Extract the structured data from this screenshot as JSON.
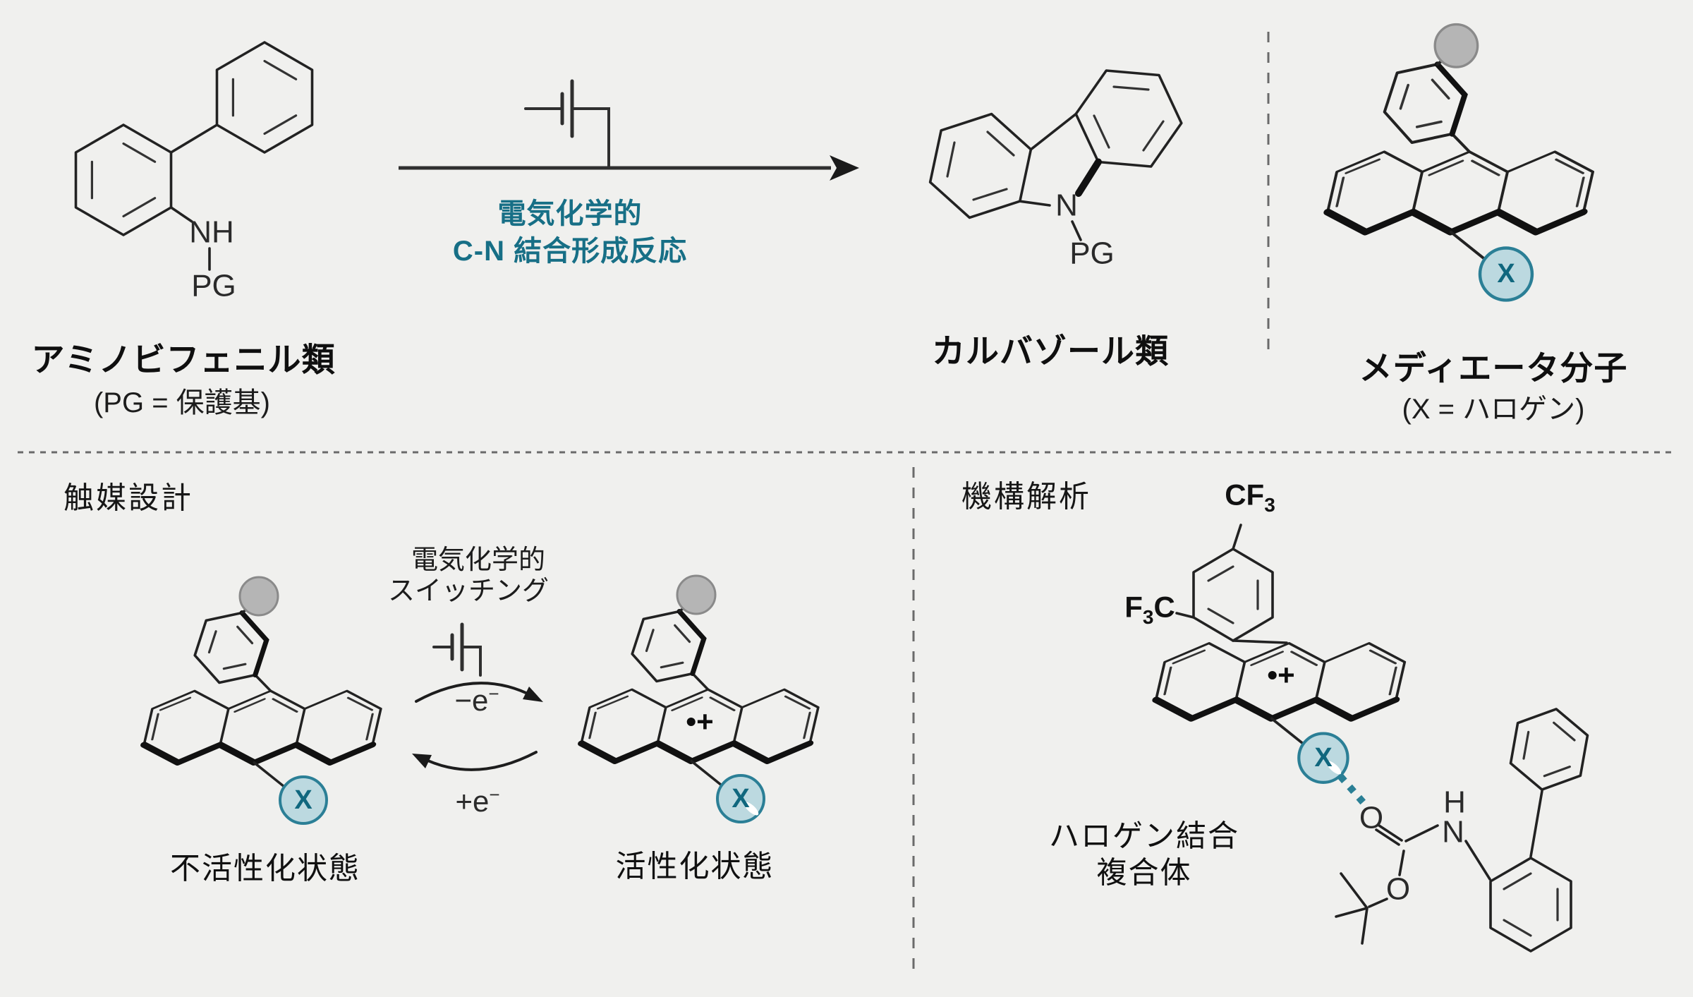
{
  "colors": {
    "background": "#f0f0ee",
    "line": "#222222",
    "teal_text": "#176f86",
    "halogen_fill": "#bcd9e0",
    "halogen_stroke": "#2b7f96",
    "halogen_letter": "#10677e",
    "substituent_gray_fill": "#b5b5b5",
    "substituent_gray_stroke": "#8a8a8a",
    "divider": "#6a6a6a"
  },
  "top": {
    "reactant": {
      "name": "アミノビフェニル類",
      "note": "(PG = 保護基)",
      "nh": "NH",
      "pg": "PG"
    },
    "reaction": {
      "caption1": "電気化学的",
      "caption2": "C-N 結合形成反応"
    },
    "product": {
      "name": "カルバゾール類",
      "n": "N",
      "pg": "PG"
    },
    "mediator": {
      "name": "メディエータ分子",
      "note": "(X = ハロゲン)",
      "x": "X"
    }
  },
  "catalyst_design": {
    "title": "触媒設計",
    "switching1": "電気化学的",
    "switching2": "スイッチング",
    "minus_e_base": "−e",
    "minus_e_sup": "−",
    "plus_e_base": "+e",
    "plus_e_sup": "−",
    "inactive": {
      "label": "不活性化状態",
      "x": "X"
    },
    "active": {
      "label": "活性化状態",
      "x": "X",
      "charge": "•+"
    }
  },
  "mechanism": {
    "title": "機構解析",
    "complex1": "ハロゲン結合",
    "complex2": "複合体",
    "cf3_base": "CF",
    "cf3_sub": "3",
    "f3c_f": "F",
    "f3c_sub": "3",
    "f3c_c": "C",
    "charge": "•+",
    "x": "X",
    "o_carbonyl": "O",
    "o_ester": "O",
    "n": "N",
    "h": "H"
  }
}
